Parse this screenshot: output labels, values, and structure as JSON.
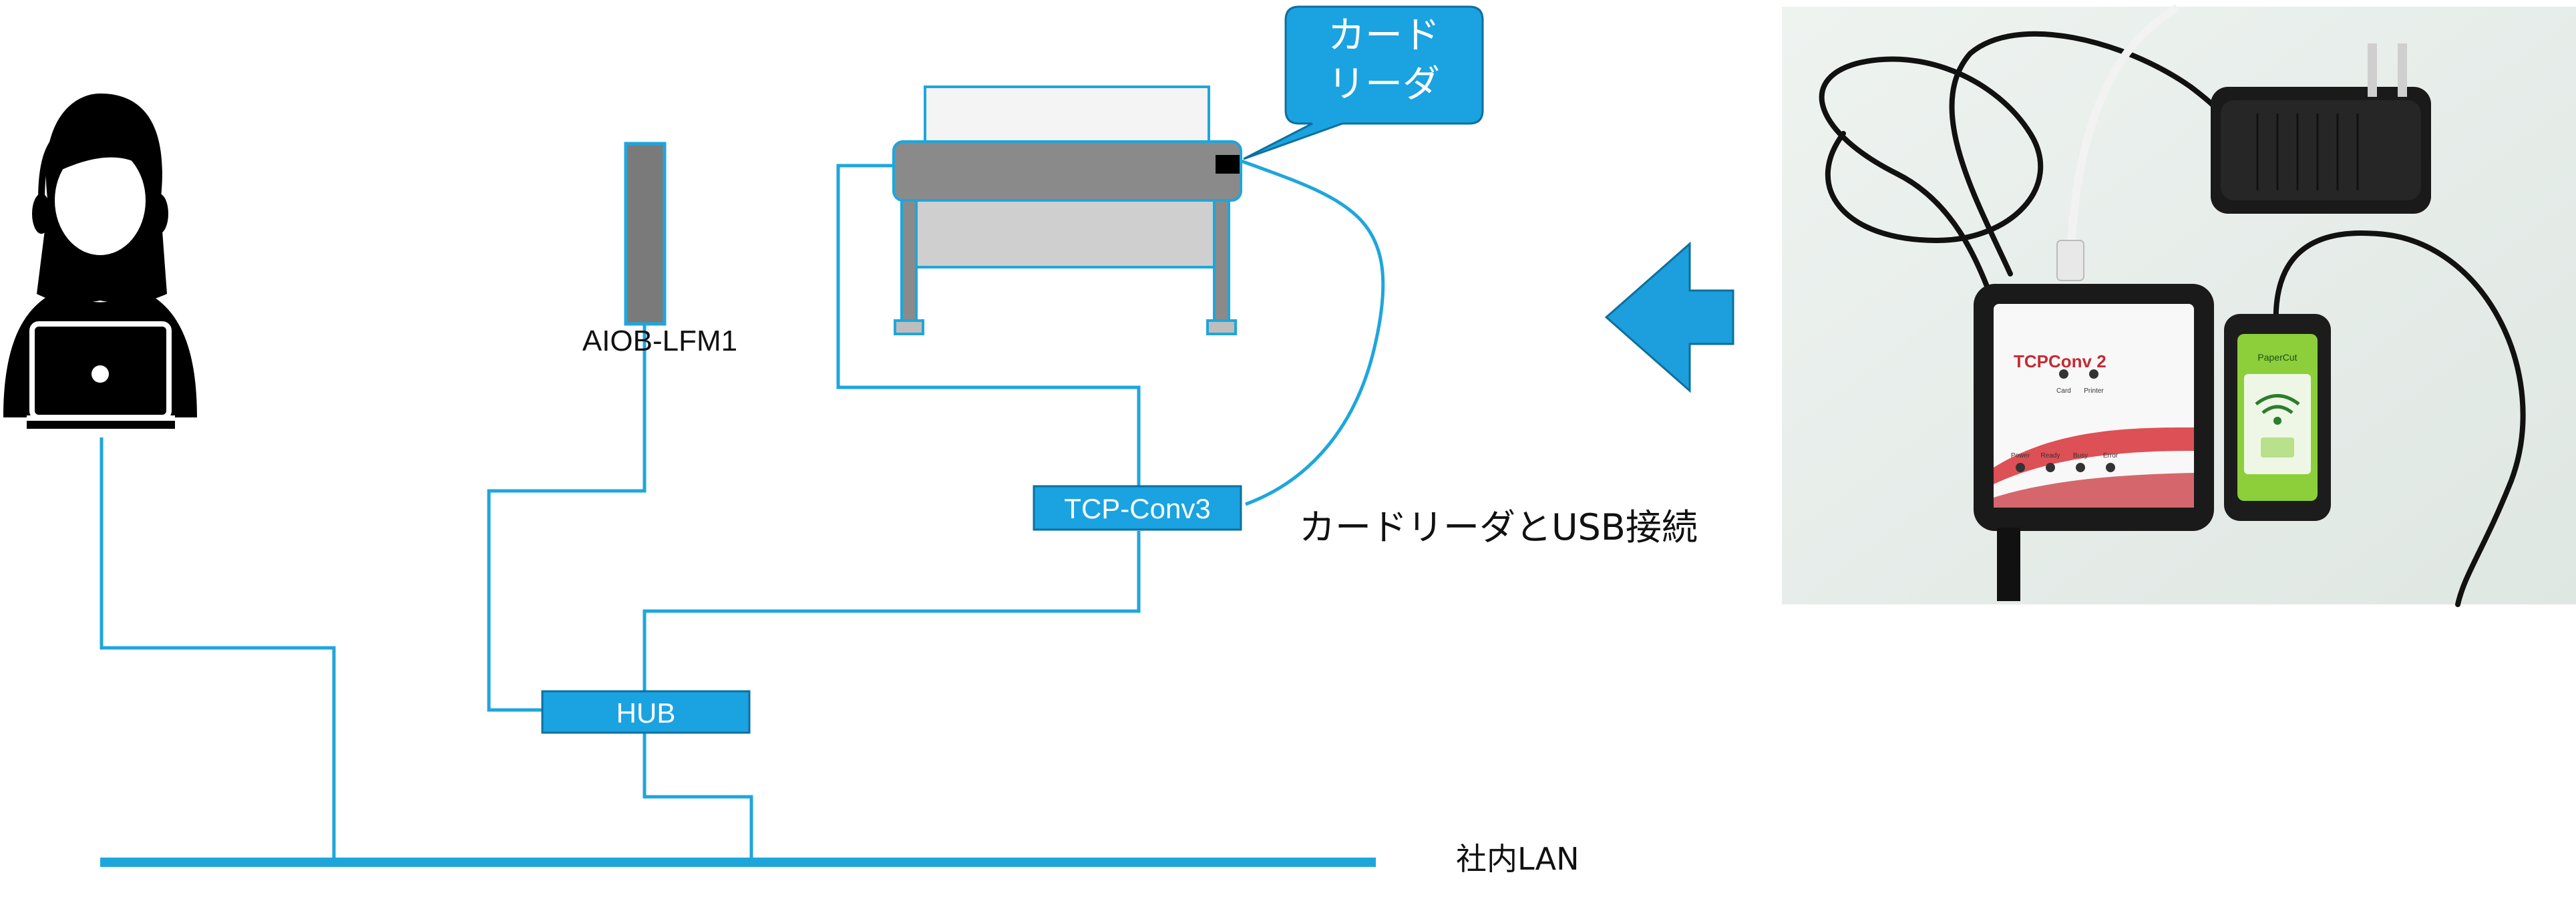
{
  "labels": {
    "card_reader_callout": [
      "カード",
      "リーダ"
    ],
    "aiob_device": "AIOB-LFM1",
    "tcp_conv_box": "TCP-Conv3",
    "hub_box": "HUB",
    "usb_connection_note": "カードリーダとUSB接続",
    "lan_label": "社内LAN"
  },
  "photo": {
    "converter_brand": "TCPConv 2",
    "converter_top_leds": [
      "Card",
      "Printer"
    ],
    "converter_bottom_leds": [
      "Power",
      "Ready",
      "Busy",
      "Error"
    ],
    "reader_brand": "PaperCut"
  },
  "colors": {
    "line_blue": "#1ea6dc",
    "box_blue": "#1aa3e0",
    "arrow_blue": "#1c9fdc",
    "device_gray": "#7a7a7a",
    "printer_body": "#8a8a8a",
    "reader_green": "#8ccf3a"
  },
  "icons": [
    "user-laptop-icon",
    "printer-icon",
    "left-arrow-icon",
    "card-reader-icon"
  ]
}
